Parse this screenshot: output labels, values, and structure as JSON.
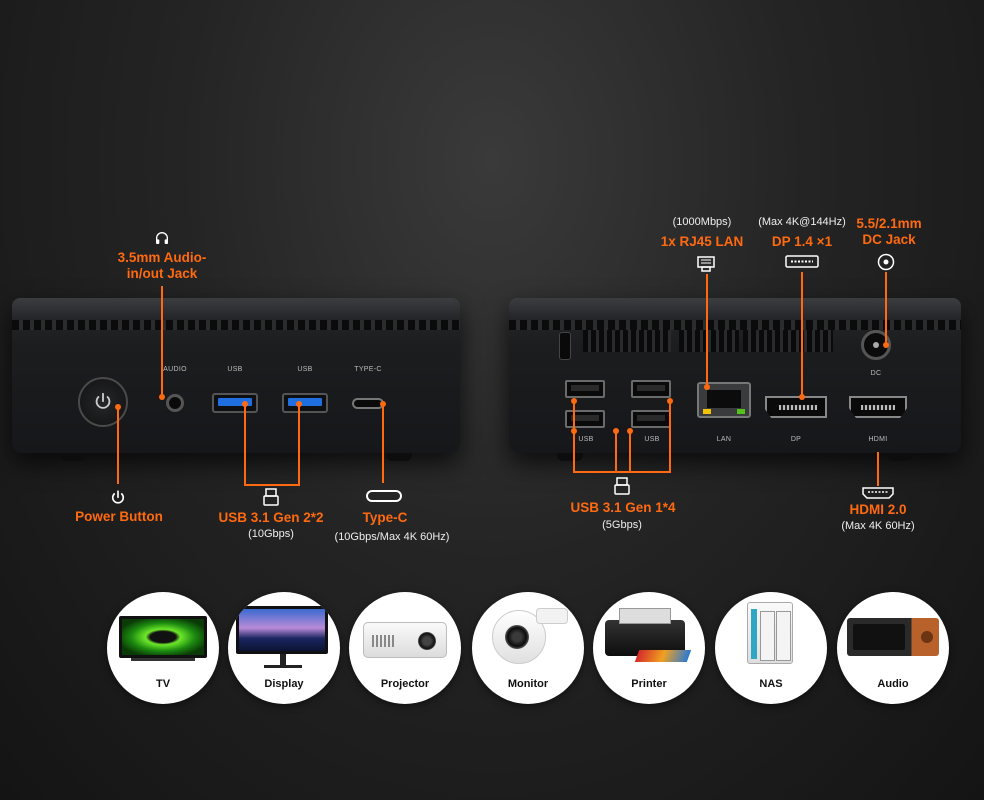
{
  "left_device": {
    "ports": {
      "audio": "AUDIO",
      "usb1": "USB",
      "usb2": "USB",
      "typec": "TYPE-C"
    }
  },
  "right_device": {
    "ports": {
      "usb1": "USB",
      "usb2": "USB",
      "lan": "LAN",
      "dp": "DP",
      "dc": "DC",
      "hdmi": "HDMI"
    }
  },
  "callouts": {
    "audio": {
      "title_line1": "3.5mm Audio-",
      "title_line2": "in/out Jack",
      "icon": "headphones-icon"
    },
    "power": {
      "title": "Power Button",
      "icon": "power-icon"
    },
    "usb32": {
      "title": "USB 3.1 Gen 2*2",
      "sub": "(10Gbps)",
      "icon": "usb-icon"
    },
    "typec": {
      "title": "Type-C",
      "sub": "(10Gbps/Max 4K 60Hz)",
      "icon": "type-c-icon"
    },
    "rj45": {
      "sub": "(1000Mbps)",
      "title": "1x RJ45 LAN",
      "icon": "ethernet-icon"
    },
    "dp": {
      "sub": "(Max 4K@144Hz)",
      "title": "DP 1.4 ×1",
      "icon": "displayport-icon"
    },
    "dc": {
      "title_line1": "5.5/2.1mm",
      "title_line2": "DC Jack",
      "icon": "dc-jack-icon"
    },
    "usb31": {
      "title": "USB 3.1 Gen 1*4",
      "sub": "(5Gbps)",
      "icon": "usb-icon"
    },
    "hdmi": {
      "title": "HDMI 2.0",
      "sub": "(Max 4K 60Hz)",
      "icon": "hdmi-icon"
    }
  },
  "devices_row": [
    {
      "label": "TV",
      "icon": "tv-icon"
    },
    {
      "label": "Display",
      "icon": "monitor-icon"
    },
    {
      "label": "Projector",
      "icon": "projector-icon"
    },
    {
      "label": "Monitor",
      "icon": "security-camera-icon"
    },
    {
      "label": "Printer",
      "icon": "printer-icon"
    },
    {
      "label": "NAS",
      "icon": "nas-icon"
    },
    {
      "label": "Audio",
      "icon": "speaker-icon"
    }
  ],
  "colors": {
    "accent": "#ff6a10",
    "usb_blue": "#1f6fe0",
    "background": "#1e1e1e"
  }
}
